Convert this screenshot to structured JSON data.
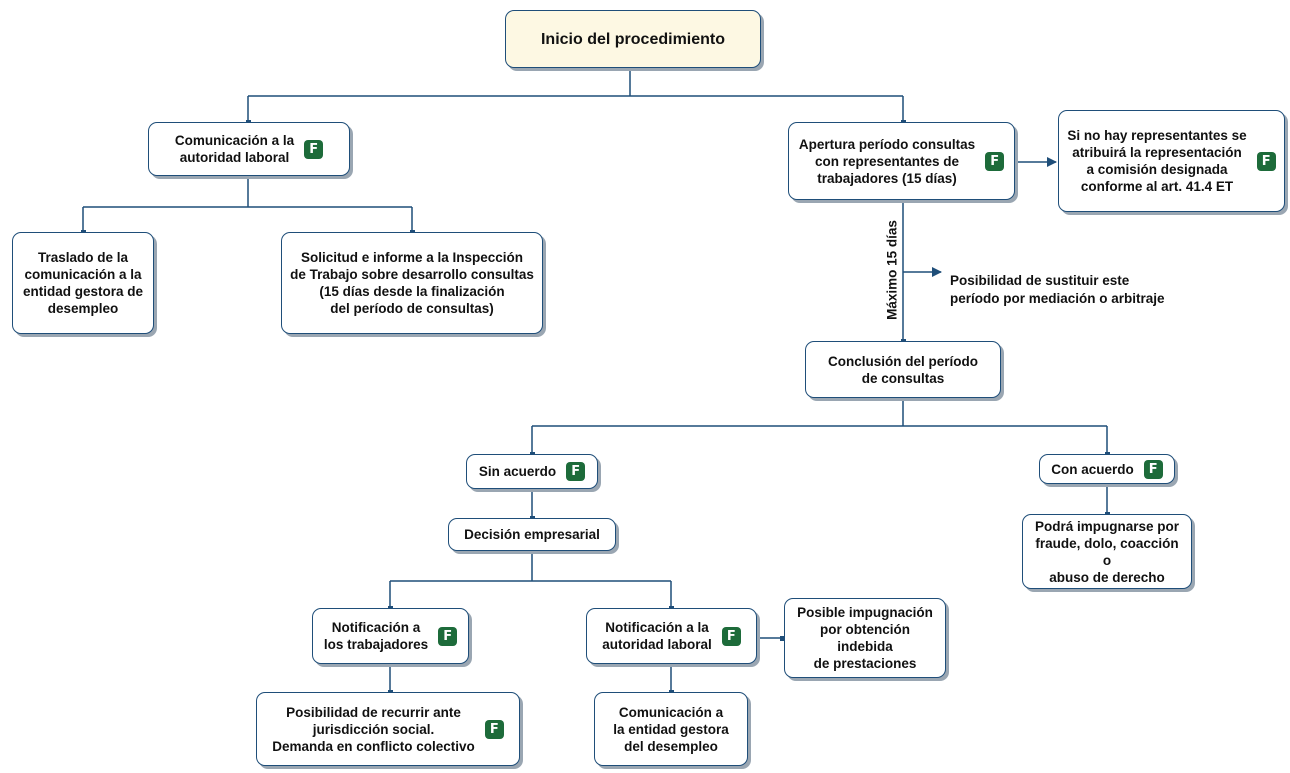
{
  "colors": {
    "line": "#1f4e79",
    "box_border": "#1f4e79",
    "start_fill": "#fdf8e3",
    "badge_fill": "#1d6b3a",
    "badge_text": "#ffffff"
  },
  "nodes": {
    "inicio": {
      "text": "Inicio del procedimiento"
    },
    "comunicacion_autoridad": {
      "text": "Comunicación a la\nautoridad laboral",
      "badge": "F"
    },
    "apertura": {
      "text": "Apertura período consultas\ncon representantes de\ntrabajadores (15 días)",
      "badge": "F"
    },
    "sin_representantes": {
      "text": "Si no hay representantes se\natribuirá la representación\na comisión designada\nconforme al art. 41.4 ET",
      "badge": "F"
    },
    "traslado": {
      "text": "Traslado de la\ncomunicación a la\nentidad gestora de\ndesempleo"
    },
    "solicitud": {
      "text": "Solicitud e informe a la Inspección\nde Trabajo sobre desarrollo consultas\n(15 días desde la finalización\ndel período de consultas)"
    },
    "conclusion": {
      "text": "Conclusión del período\nde consultas"
    },
    "sin_acuerdo": {
      "text": "Sin acuerdo",
      "badge": "F"
    },
    "con_acuerdo": {
      "text": "Con acuerdo",
      "badge": "F"
    },
    "decision": {
      "text": "Decisión empresarial"
    },
    "impugnarse": {
      "text": "Podrá impugnarse por\nfraude, dolo, coacción o\nabuso de derecho"
    },
    "notif_trabajadores": {
      "text": "Notificación a\nlos trabajadores",
      "badge": "F"
    },
    "notif_autoridad": {
      "text": "Notificación a la\nautoridad laboral",
      "badge": "F"
    },
    "posible_impugnacion": {
      "text": "Posible impugnación\npor obtención indebida\nde prestaciones"
    },
    "recurrir": {
      "text": "Posibilidad de recurrir ante\njurisdicción social.\nDemanda en conflicto colectivo",
      "badge": "F"
    },
    "comunicacion_entidad": {
      "text": "Comunicación a\nla entidad gestora\ndel desempleo"
    }
  },
  "annotations": {
    "maximo": "Máximo 15 días",
    "sustituir": "Posibilidad de sustituir este\nperíodo por mediación o arbitraje"
  }
}
